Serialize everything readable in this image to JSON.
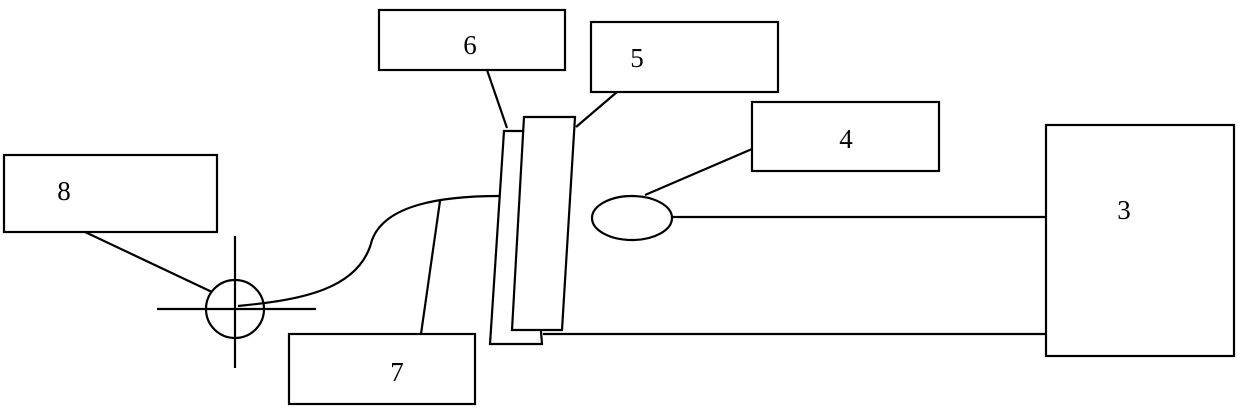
{
  "diagram": {
    "labels": {
      "box_3": "3",
      "box_4": "4",
      "box_5": "5",
      "box_6": "6",
      "box_7": "7",
      "box_8": "8"
    },
    "colors": {
      "stroke": "#000000",
      "background": "#ffffff"
    }
  }
}
